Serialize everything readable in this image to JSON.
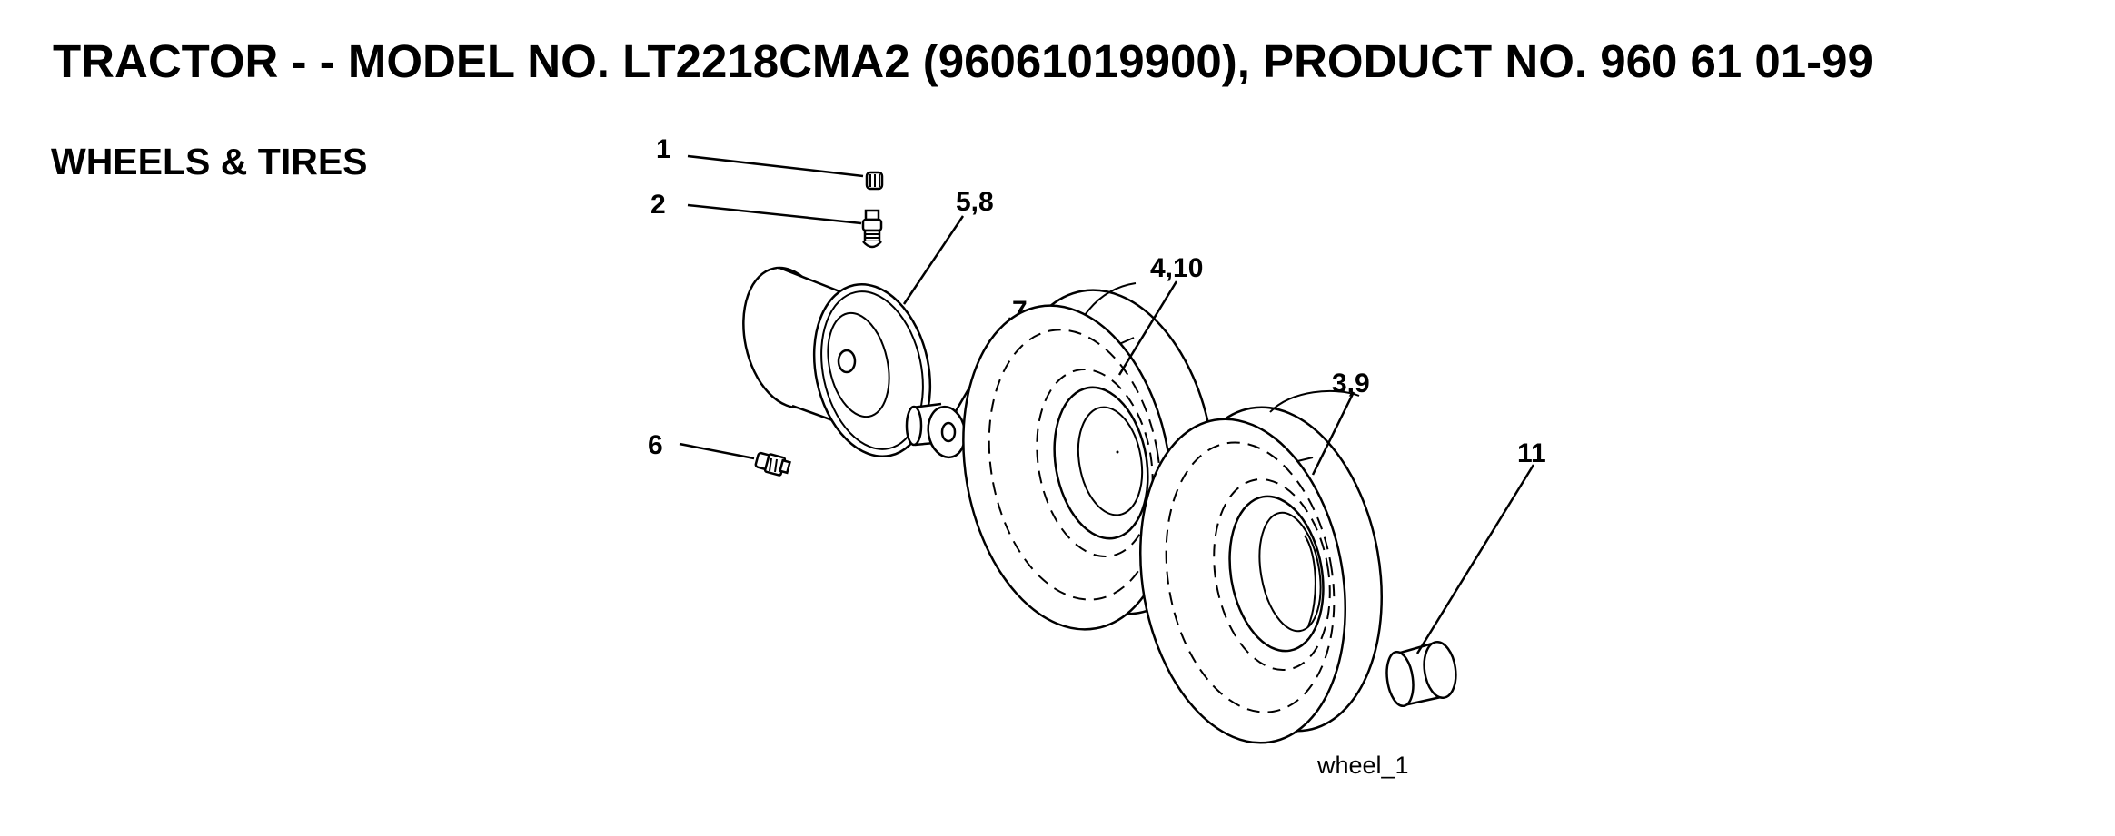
{
  "header": {
    "title": "TRACTOR - - MODEL NO. LT2218CMA2 (96061019900), PRODUCT NO. 960 61 01-99",
    "section": "WHEELS & TIRES"
  },
  "diagram": {
    "figure_id": "wheel_1",
    "callouts": {
      "c1": "1",
      "c2": "2",
      "c58": "5,8",
      "c410": "4,10",
      "c7": "7",
      "c39": "3,9",
      "c6": "6",
      "c11": "11"
    }
  }
}
